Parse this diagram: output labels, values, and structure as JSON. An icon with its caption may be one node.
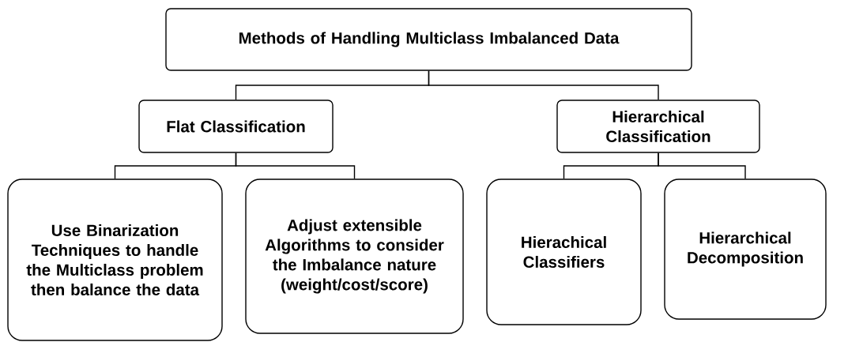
{
  "diagram": {
    "nodes": [
      {
        "text": [
          "Methods of Handling Multiclass Imbalanced Data"
        ]
      },
      {
        "text": [
          "Flat Classification"
        ]
      },
      {
        "text": [
          "Hierarchical Classification"
        ]
      },
      {
        "text": [
          "Use Binarization Techniques to handle the Multiclass problem then balance the data"
        ]
      },
      {
        "text": [
          "Adjust extensible Algorithms to consider the Imbalance nature (weight/cost/score)"
        ]
      },
      {
        "text": [
          "Hierachical Classifiers"
        ]
      },
      {
        "text": [
          "Hierarchical Decomposition"
        ]
      }
    ],
    "edges": [
      {
        "from": 0,
        "to": 1,
        "arrow": "none"
      },
      {
        "from": 0,
        "to": 2,
        "arrow": "none"
      },
      {
        "from": 1,
        "to": 3,
        "arrow": "none"
      },
      {
        "from": 1,
        "to": 4,
        "arrow": "none"
      },
      {
        "from": 2,
        "to": 5,
        "arrow": "none"
      },
      {
        "from": 2,
        "to": 6,
        "arrow": "none"
      }
    ]
  }
}
